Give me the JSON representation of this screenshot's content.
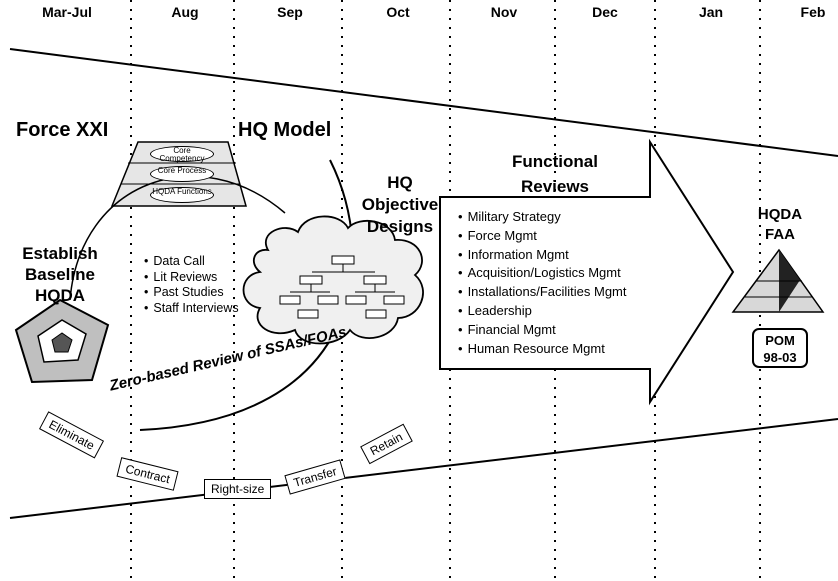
{
  "timeline": {
    "months": [
      "Mar-Jul",
      "Aug",
      "Sep",
      "Oct",
      "Nov",
      "Dec",
      "Jan",
      "Feb"
    ]
  },
  "hq_model": {
    "title_left": "Force XXI",
    "title_right": "HQ Model",
    "tiers": [
      "Core Competency",
      "Core Process",
      "HQDA Functions"
    ]
  },
  "baseline": {
    "title": [
      "Establish",
      "Baseline",
      "HQDA"
    ],
    "items": [
      "Data Call",
      "Lit Reviews",
      "Past Studies",
      "Staff Interviews"
    ]
  },
  "objective": {
    "title": [
      "HQ",
      "Objective",
      "Designs"
    ]
  },
  "functional": {
    "title": [
      "Functional",
      "Reviews"
    ],
    "items": [
      "Military Strategy",
      "Force Mgmt",
      "Information Mgmt",
      "Acquisition/Logistics Mgmt",
      "Installations/Facilities Mgmt",
      "Leadership",
      "Financial Mgmt",
      "Human Resource Mgmt"
    ]
  },
  "zero_based": {
    "title": "Zero-based Review of SSAs/FOAs",
    "actions": [
      "Eliminate",
      "Contract",
      "Right-size",
      "Transfer",
      "Retain"
    ]
  },
  "faa": {
    "title": [
      "HQDA",
      "FAA"
    ],
    "pom": [
      "POM",
      "98-03"
    ]
  }
}
